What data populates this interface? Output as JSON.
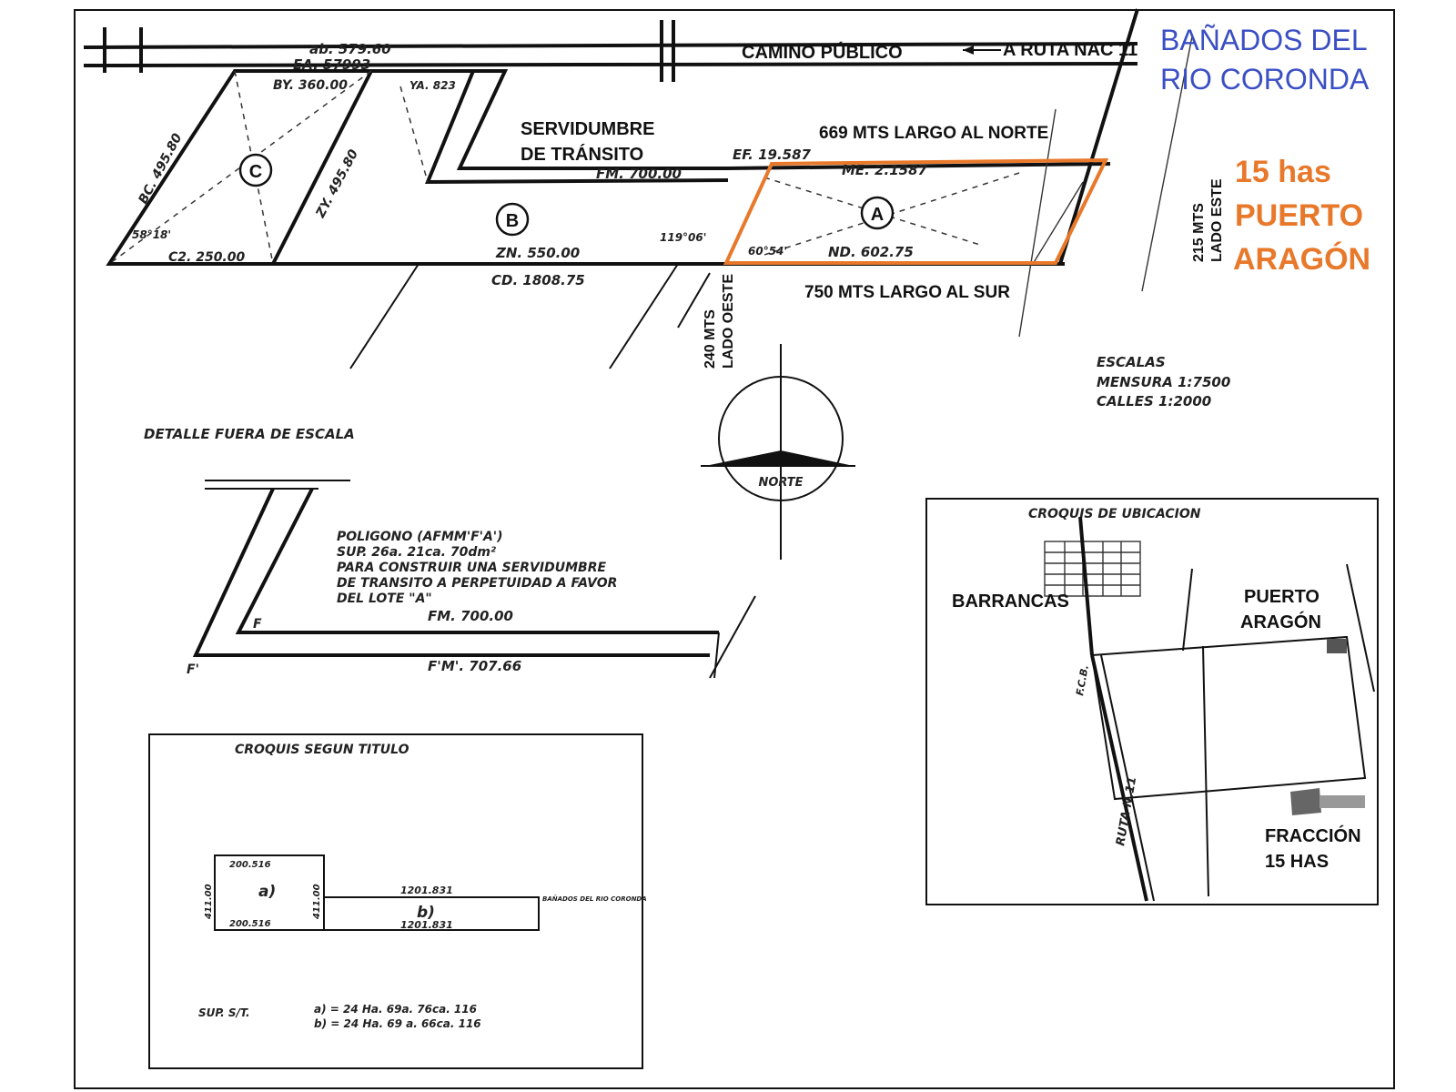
{
  "header": {
    "region_line1": "BAÑADOS DEL",
    "region_line2": "RIO CORONDA"
  },
  "highlight": {
    "area": "15 has",
    "place_line1": "PUERTO",
    "place_line2": "ARAGÓN",
    "color": "#e8782a"
  },
  "road": {
    "name": "CAMINO PÚBLICO",
    "direction": "A RUTA NAC 11"
  },
  "dimensions": {
    "north": "669 MTS LARGO AL NORTE",
    "south": "750 MTS LARGO AL SUR",
    "west_1": "240 MTS",
    "west_2": "LADO OESTE",
    "east_1": "215 MTS",
    "east_2": "LADO ESTE"
  },
  "servitude": {
    "line1": "SERVIDUMBRE",
    "line2": "DE TRÁNSITO"
  },
  "lots": [
    "A",
    "B",
    "C"
  ],
  "plan_text": {
    "ab_top": "ab. 579.60",
    "ea": "EA. 57993",
    "by": "BY. 360.00",
    "ya": "YA. 823",
    "ef": "EF. 19.587",
    "fm": "FM. 700.00",
    "me": "ME. 2.1587",
    "nd": "ND. 602.75",
    "zn": "ZN. 550.00",
    "cd": "CD. 1808.75",
    "c2": "C2. 250.00",
    "bc": "BC. 495.80",
    "zy": "ZY. 495.80",
    "angle1": "58°18'",
    "angle2": "119°06'",
    "angle3": "60°54'"
  },
  "scales": {
    "title": "ESCALAS",
    "mensura": "MENSURA   1:7500",
    "calles": "CALLES     1:2000"
  },
  "north_arrow": "NORTE",
  "detail": {
    "title": "DETALLE FUERA DE ESCALA",
    "poly_1": "POLIGONO (AFMM'F'A')",
    "poly_2": "SUP. 26a. 21ca. 70dm²",
    "poly_3": "PARA CONSTRUIR UNA SERVIDUMBRE",
    "poly_4": "DE TRANSITO A PERPETUIDAD A FAVOR",
    "poly_5": "DEL LOTE \"A\"",
    "fm": "FM. 700.00",
    "fm2": "F'M'. 707.66",
    "f": "F",
    "f2": "F'"
  },
  "title_sketch": {
    "title": "CROQUIS SEGUN TITULO",
    "lot_a": "a)",
    "lot_b": "b)",
    "a_top": "200.516",
    "a_bottom": "200.516",
    "a_left": "411.00",
    "a_right": "411.00",
    "b_top": "1201.831",
    "b_bottom": "1201.831",
    "b_right": "BAÑADOS DEL RIO CORONDA",
    "sup_label": "SUP. S/T.",
    "sup_a": "a) = 24 Ha. 69a. 76ca. 116",
    "sup_b": "b) = 24 Ha. 69 a. 66ca. 116"
  },
  "location_sketch": {
    "title": "CROQUIS DE UBICACION",
    "barrancas": "BARRANCAS",
    "puerto_1": "PUERTO",
    "puerto_2": "ARAGÓN",
    "fraccion_1": "FRACCIÓN",
    "fraccion_2": "15 HAS",
    "ruta": "RUTA N.11",
    "fcb": "F.C.B."
  }
}
